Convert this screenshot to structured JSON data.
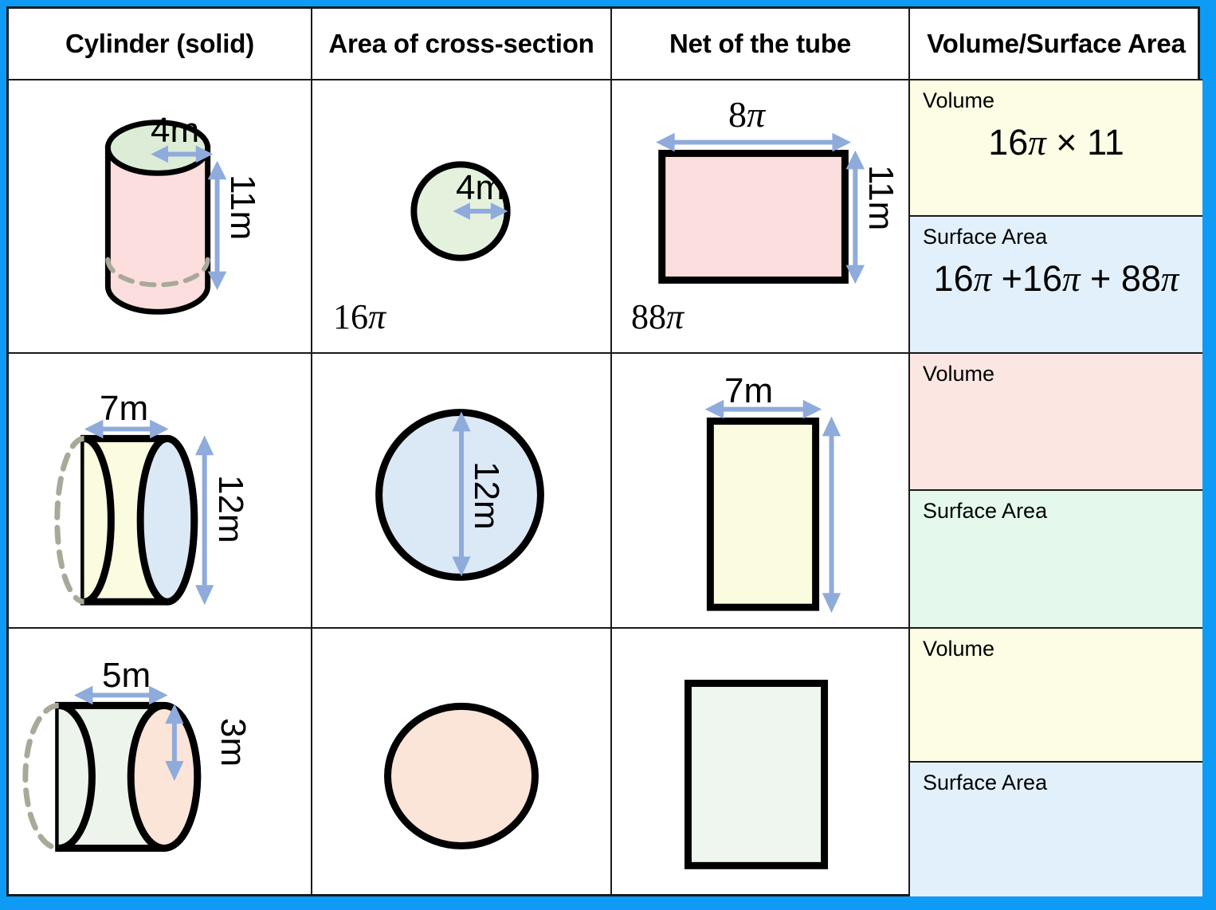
{
  "page": {
    "border_color": "#0d9bf5",
    "table_border_color": "#1a1a1a",
    "background": "#ffffff"
  },
  "header": {
    "columns": [
      {
        "label": "Cylinder (solid)"
      },
      {
        "label": "Area of cross-section"
      },
      {
        "label": "Net of the tube"
      },
      {
        "label": "Volume/Surface Area"
      }
    ]
  },
  "rows": [
    {
      "id": "row-1",
      "cylinder": {
        "orientation": "vertical",
        "top_face_color": "#dcecd6",
        "body_color": "#fbdedd",
        "radius_label": "4m",
        "height_label": "11m"
      },
      "cross_section": {
        "shape": "circle",
        "fill": "#e4f2dd",
        "radius_label": "4m",
        "answer": "16",
        "answer_pi": "π"
      },
      "net": {
        "shape": "rectangle",
        "fill": "#fbdedd",
        "width_label": "8",
        "width_label_pi": "π",
        "height_label": "11m",
        "answer": "88",
        "answer_pi": "π"
      },
      "volume": {
        "label": "Volume",
        "value_a": "16",
        "value_pi": "π",
        "value_b": " × 11",
        "fill": "#fdfce4"
      },
      "surface_area": {
        "label": "Surface Area",
        "value_a": "16",
        "value_pi1": "π",
        "value_b": " +16",
        "value_pi2": "π",
        "value_c": " + 88",
        "value_pi3": "π",
        "fill": "#e2f0fb"
      }
    },
    {
      "id": "row-2",
      "cylinder": {
        "orientation": "horizontal",
        "body_color": "#fbfbdf",
        "end_face_color": "#dbe8f6",
        "width_label": "7m",
        "height_label": "12m"
      },
      "cross_section": {
        "shape": "circle",
        "fill": "#dbe8f6",
        "diameter_label": "12m",
        "answer": ""
      },
      "net": {
        "shape": "rectangle",
        "fill": "#fbfbdf",
        "width_label": "7m",
        "height_label": "",
        "answer": ""
      },
      "volume": {
        "label": "Volume",
        "value_a": "",
        "fill": "#fce6e2"
      },
      "surface_area": {
        "label": "Surface Area",
        "value_a": "",
        "fill": "#e4f8ec"
      }
    },
    {
      "id": "row-3",
      "cylinder": {
        "orientation": "horizontal",
        "body_color": "#ecf4ec",
        "end_face_color": "#fbe4d8",
        "width_label": "5m",
        "height_label": "3m"
      },
      "cross_section": {
        "shape": "circle",
        "fill": "#fbe4d8",
        "diameter_label": "",
        "answer": ""
      },
      "net": {
        "shape": "rectangle",
        "fill": "#eef6ef",
        "width_label": "",
        "height_label": "",
        "answer": ""
      },
      "volume": {
        "label": "Volume",
        "value_a": "",
        "fill": "#fdfce4"
      },
      "surface_area": {
        "label": "Surface Area",
        "value_a": "",
        "fill": "#e2f0fb"
      }
    }
  ],
  "style": {
    "arrow_color": "#8fabdc",
    "outline_color": "#000000",
    "dashed_color": "#a9a99a"
  }
}
